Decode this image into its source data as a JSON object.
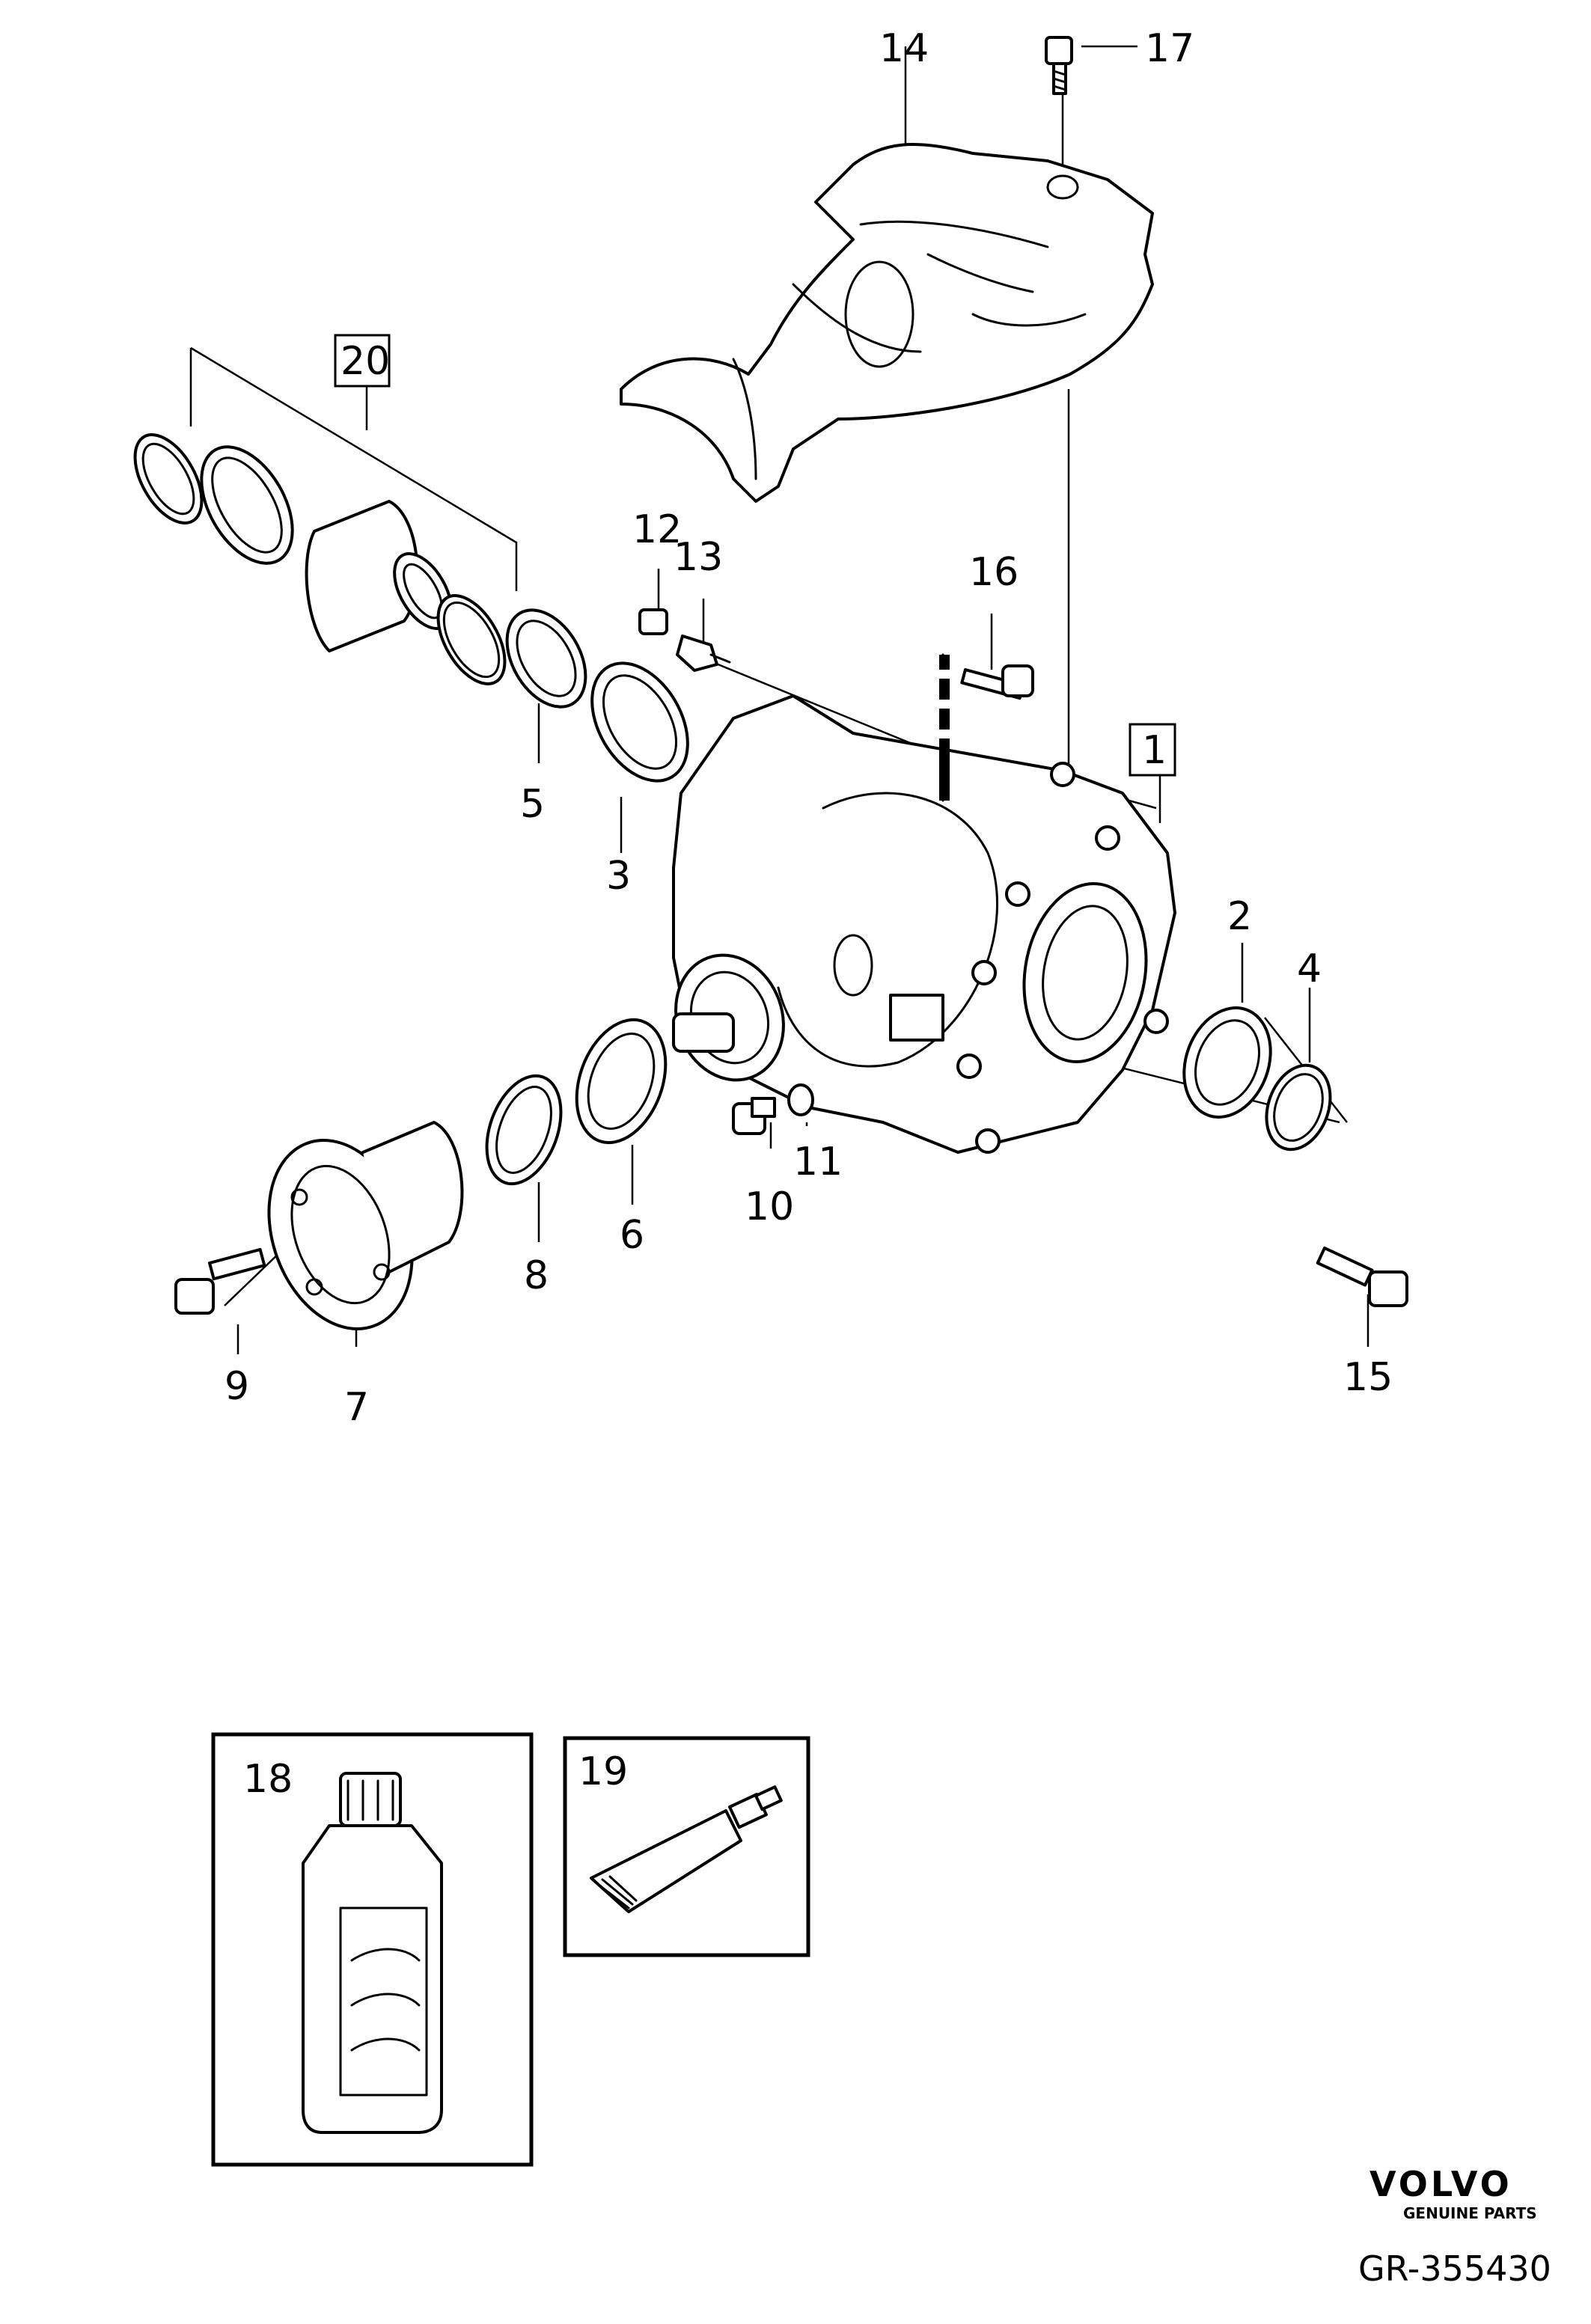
{
  "callouts": {
    "c1": "1",
    "c2": "2",
    "c3": "3",
    "c4": "4",
    "c5": "5",
    "c6": "6",
    "c7": "7",
    "c8": "8",
    "c9": "9",
    "c10": "10",
    "c11": "11",
    "c12": "12",
    "c13": "13",
    "c14": "14",
    "c15": "15",
    "c16": "16",
    "c17": "17",
    "c18": "18",
    "c19": "19",
    "c20": "20"
  },
  "brand": {
    "name": "VOLVO",
    "tagline": "GENUINE PARTS"
  },
  "reference": "GR-355430"
}
